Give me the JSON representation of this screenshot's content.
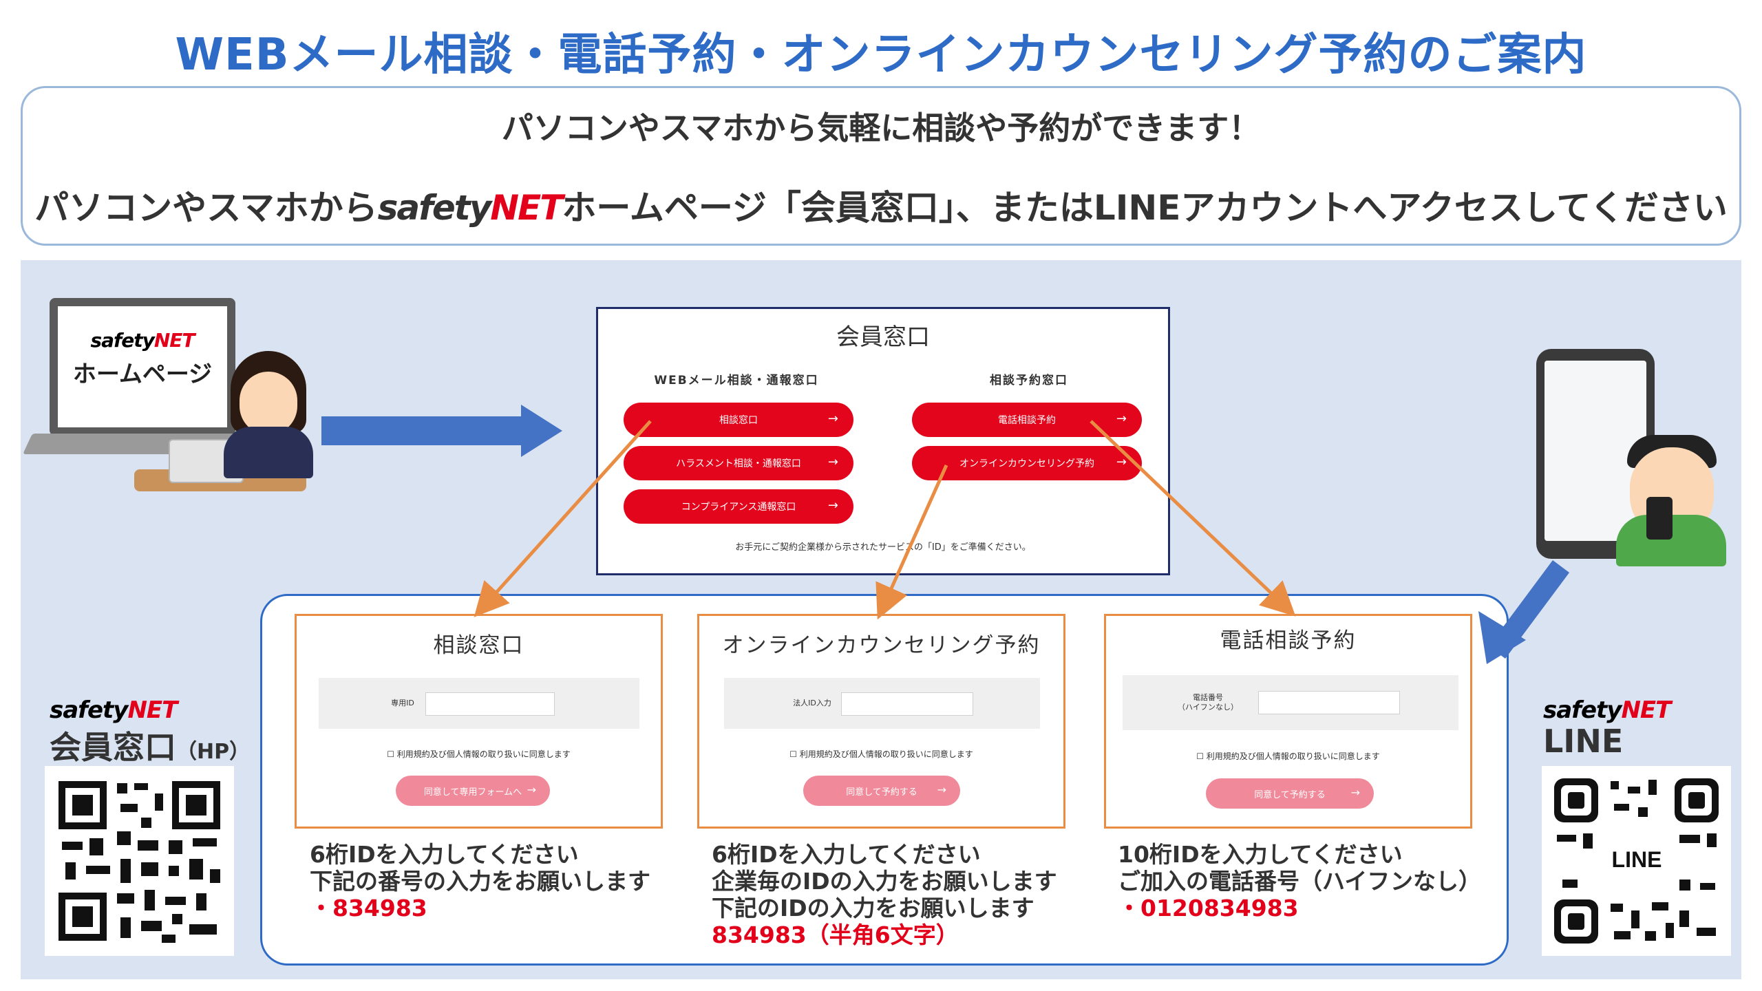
{
  "title": "WEBメール相談・電話予約・オンラインカウンセリング予約のご案内",
  "intro": {
    "line1": "パソコンやスマホから気軽に相談や予約ができます！",
    "line2_pre": "パソコンやスマホから",
    "brand_safety": "safety",
    "brand_net": "NET",
    "line2_post": "ホームページ「会員窓口」、またはLINEアカウントへアクセスしてください"
  },
  "laptop": {
    "brand_safety": "safety",
    "brand_net": "NET",
    "label": "ホームページ"
  },
  "member_window": {
    "title": "会員窓口",
    "left_heading": "WEBメール相談・通報窓口",
    "right_heading": "相談予約窓口",
    "left_buttons": [
      "相談窓口",
      "ハラスメント相談・通報窓口",
      "コンプライアンス通報窓口"
    ],
    "right_buttons": [
      "電話相談予約",
      "オンラインカウンセリング予約"
    ],
    "arrow_glyph": "→",
    "note": "お手元にご契約企業様から示されたサービスの「ID」をご準備ください。"
  },
  "forms": [
    {
      "title": "相談窓口",
      "field_label": "専用ID",
      "agree": "利用規約及び個人情報の取り扱いに同意します",
      "button": "同意して専用フォームへ",
      "desc": [
        "6桁IDを入力してください",
        "下記の番号の入力をお願いします"
      ],
      "highlight": "・834983"
    },
    {
      "title": "オンラインカウンセリング予約",
      "field_label": "法人ID入力",
      "agree": "利用規約及び個人情報の取り扱いに同意します",
      "button": "同意して予約する",
      "desc": [
        "6桁IDを入力してください",
        "企業毎のIDの入力をお願いします",
        "下記のIDの入力をお願いします"
      ],
      "highlight": "834983（半角6文字）"
    },
    {
      "title": "電話相談予約",
      "field_label_1": "電話番号",
      "field_label_2": "（ハイフンなし）",
      "agree": "利用規約及び個人情報の取り扱いに同意します",
      "button": "同意して予約する",
      "desc": [
        "10桁IDを入力してください",
        "ご加入の電話番号（ハイフンなし）"
      ],
      "highlight": "・0120834983"
    }
  ],
  "left_qr": {
    "brand_safety": "safety",
    "brand_net": "NET",
    "label": "会員窓口",
    "label_suffix": "（HP）"
  },
  "right_qr": {
    "brand_safety": "safety",
    "brand_net": "NET",
    "label": "LINE",
    "qr_text": "LINE"
  },
  "colors": {
    "title_blue": "#2e6bc6",
    "red": "#e3001b",
    "orange": "#e98d45",
    "panel": "#dae3f2"
  }
}
